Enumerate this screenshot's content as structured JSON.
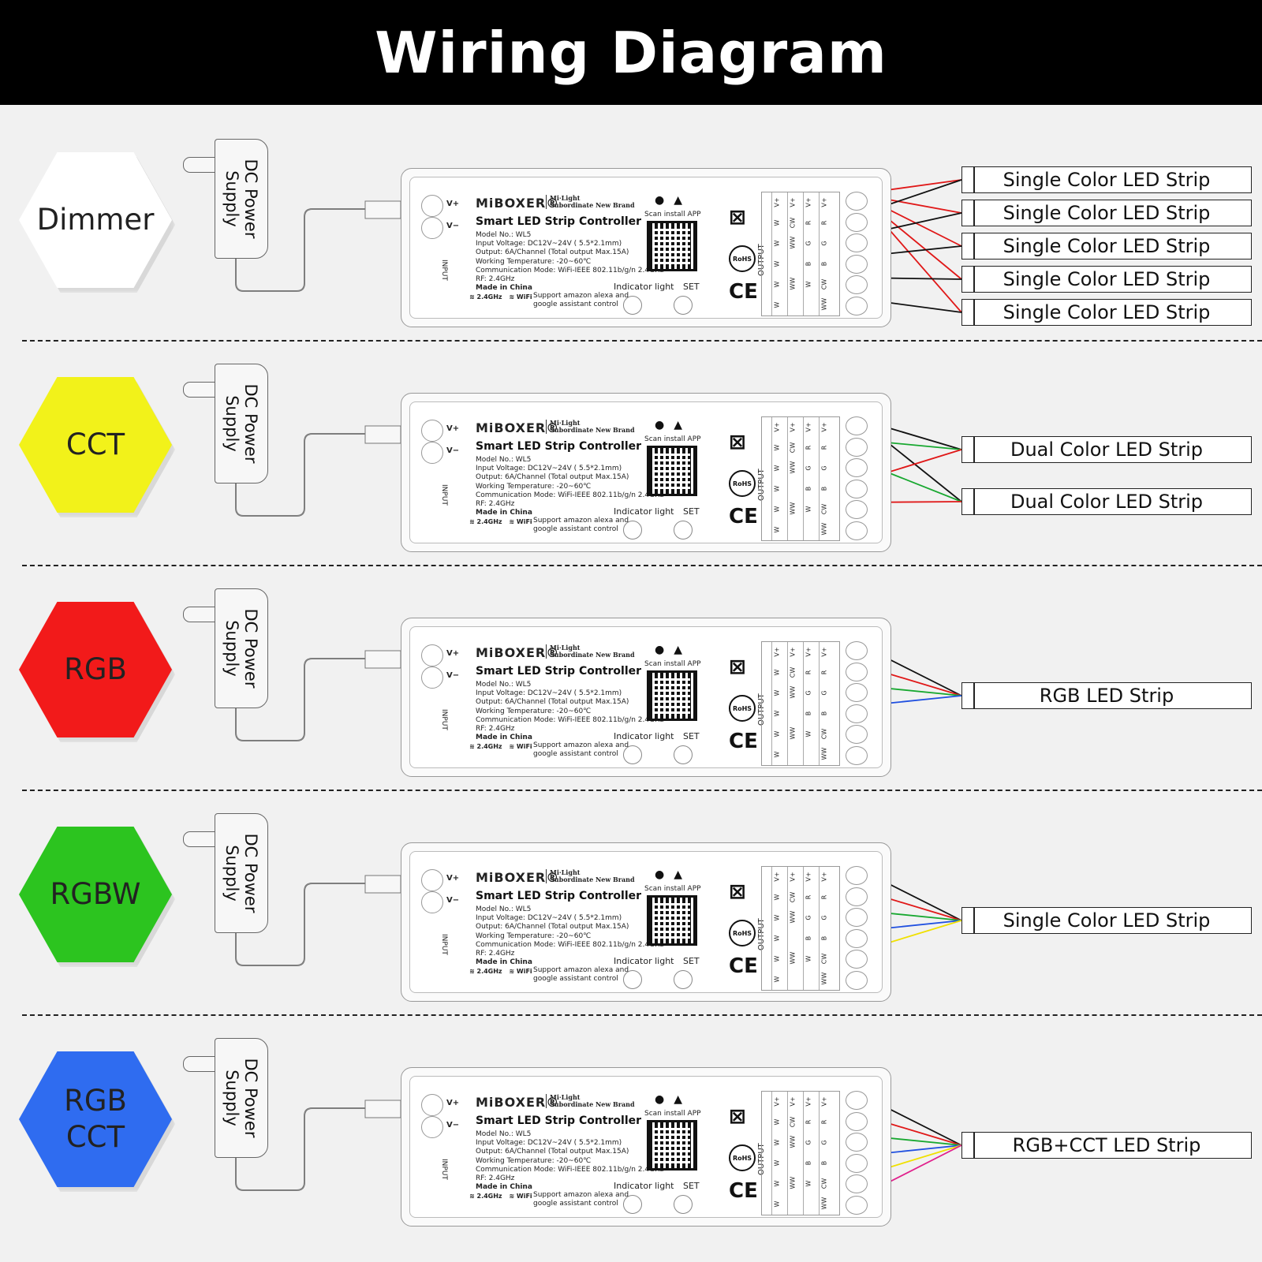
{
  "title": "Wiring Diagram",
  "colors": {
    "header_bg": "#000000",
    "black": "#111111",
    "red": "#e01818",
    "green": "#18a830",
    "blue": "#2050e0",
    "yellow": "#f0e000",
    "pink": "#e0208c"
  },
  "controller": {
    "brand": "MiBOXER®",
    "sub_brand_1": "Mi·Light",
    "sub_brand_2": "Subordinate New Brand",
    "title": "Smart LED Strip Controller",
    "specs": [
      "Model No.: WL5",
      "Input Voltage: DC12V~24V ( 5.5*2.1mm)",
      "Output: 6A/Channel (Total output Max.15A)",
      "Working Temperature: -20~60℃",
      "Communication Mode: WiFi-IEEE 802.11b/g/n 2.4GHz",
      "RF: 2.4GHz",
      "Made in China"
    ],
    "scan": "Scan install APP",
    "indicator": "Indicator light",
    "set": "SET",
    "vplus": "V+",
    "vminus": "V−",
    "input": "INPUT",
    "output": "OUTPUT",
    "rf_label": "2.4GHz",
    "wifi_label": "WiFi",
    "alexa": [
      "Support amazon alexa and",
      "google assistant control"
    ],
    "ce": "CE",
    "rohs": "RoHS",
    "output_columns": [
      [
        "V+",
        "W",
        "W",
        "W",
        "W",
        "W"
      ],
      [
        "V+",
        "CW",
        "WW",
        "",
        "WW",
        ""
      ],
      [
        "V+",
        "R",
        "G",
        "B",
        "W",
        ""
      ],
      [
        "V+",
        "R",
        "G",
        "B",
        "CW",
        "WW"
      ]
    ]
  },
  "psu": {
    "line1": "DC Power",
    "line2": "Supply"
  },
  "rows": [
    {
      "mode": "Dimmer",
      "hex_color": "#ffffff",
      "text_color": "#222222",
      "strips": [
        "Single Color LED Strip",
        "Single Color LED Strip",
        "Single Color LED Strip",
        "Single Color LED Strip",
        "Single Color LED Strip"
      ]
    },
    {
      "mode": "CCT",
      "hex_color": "#f2f21a",
      "text_color": "#222222",
      "strips": [
        "Dual Color LED Strip",
        "Dual Color LED Strip"
      ]
    },
    {
      "mode": "RGB",
      "hex_color": "#f21a1a",
      "text_color": "#222222",
      "strips": [
        "RGB LED Strip"
      ]
    },
    {
      "mode": "RGBW",
      "hex_color": "#2cc41f",
      "text_color": "#222222",
      "strips": [
        "Single Color LED Strip"
      ]
    },
    {
      "mode": "RGB\nCCT",
      "hex_color": "#2f6cf0",
      "text_color": "#222222",
      "strips": [
        "RGB+CCT LED Strip"
      ]
    }
  ]
}
